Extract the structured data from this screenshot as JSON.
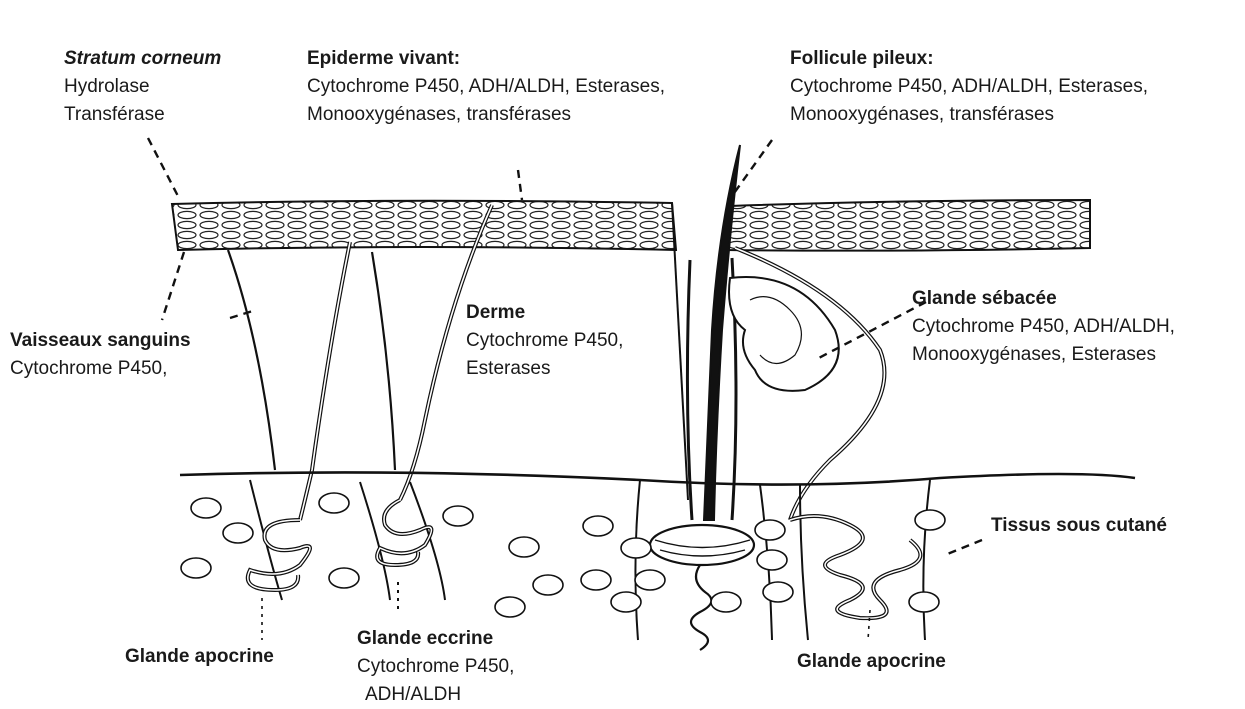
{
  "labels": {
    "stratum_corneum": {
      "title": "Stratum corneum",
      "lines": [
        "Hydrolase",
        "Transférase"
      ]
    },
    "epiderme_vivant": {
      "title": "Epiderme vivant:",
      "lines": [
        "Cytochrome P450, ADH/ALDH, Esterases,",
        "Monooxygénases, transférases"
      ]
    },
    "follicule_pileux": {
      "title": "Follicule pileux:",
      "lines": [
        "Cytochrome P450, ADH/ALDH, Esterases,",
        "Monooxygénases, transférases"
      ]
    },
    "vaisseaux_sanguins": {
      "title": "Vaisseaux sanguins",
      "lines": [
        "Cytochrome P450,"
      ]
    },
    "derme": {
      "title": "Derme",
      "lines": [
        "Cytochrome P450,",
        "Esterases"
      ]
    },
    "glande_sebacee": {
      "title": "Glande sébacée",
      "lines": [
        "Cytochrome P450, ADH/ALDH,",
        "Monooxygénases, Esterases"
      ]
    },
    "tissus_sous_cutane": {
      "title": "Tissus sous cutané"
    },
    "glande_apocrine_left": {
      "title": "Glande apocrine"
    },
    "glande_eccrine": {
      "title": "Glande eccrine",
      "lines": [
        "Cytochrome P450,",
        "ADH/ALDH"
      ]
    },
    "glande_apocrine_right": {
      "title": "Glande apocrine"
    }
  },
  "colors": {
    "ink": "#111111",
    "background": "#ffffff"
  }
}
